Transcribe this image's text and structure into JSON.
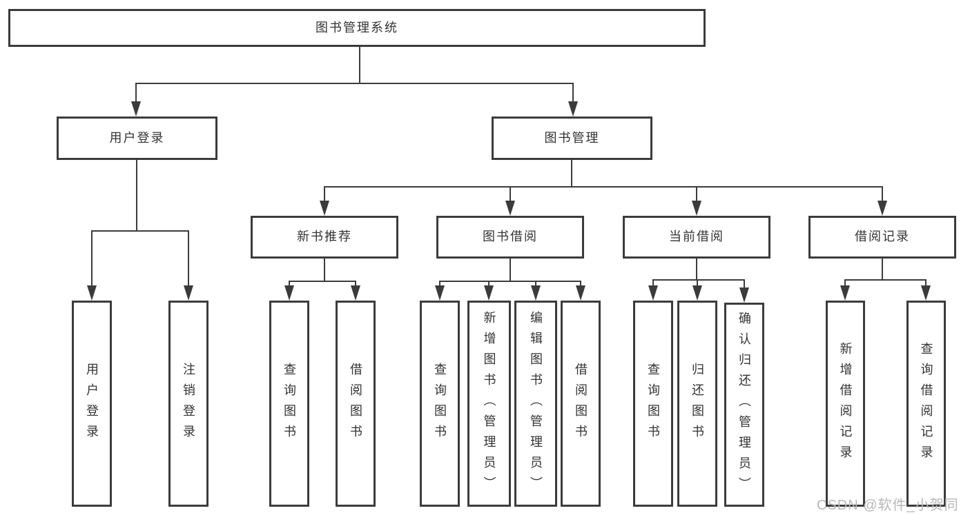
{
  "diagram_title": "图书管理系统",
  "tree": {
    "root": {
      "label": "图书管理系统"
    },
    "branches": [
      {
        "label": "用户登录",
        "children": [
          {
            "label": "用户登录"
          },
          {
            "label": "注销登录"
          }
        ]
      },
      {
        "label": "图书管理",
        "children": [
          {
            "label": "新书推荐",
            "children": [
              {
                "label": "查询图书"
              },
              {
                "label": "借阅图书"
              }
            ]
          },
          {
            "label": "图书借阅",
            "children": [
              {
                "label": "查询图书"
              },
              {
                "label": "新增图书（管理员）"
              },
              {
                "label": "编辑图书（管理员）"
              },
              {
                "label": "借阅图书"
              }
            ]
          },
          {
            "label": "当前借阅",
            "children": [
              {
                "label": "查询图书"
              },
              {
                "label": "归还图书"
              },
              {
                "label": "确认归还（管理员）"
              }
            ]
          },
          {
            "label": "借阅记录",
            "children": [
              {
                "label": "新增借阅记录"
              },
              {
                "label": "查询借阅记录"
              }
            ]
          }
        ]
      }
    ]
  },
  "watermark": {
    "text": "CSDN @软件_小贺同学"
  },
  "colors": {
    "line": "#3b3b3b",
    "text": "#333333",
    "watermark": "#b7b7b7",
    "background": "#ffffff"
  }
}
